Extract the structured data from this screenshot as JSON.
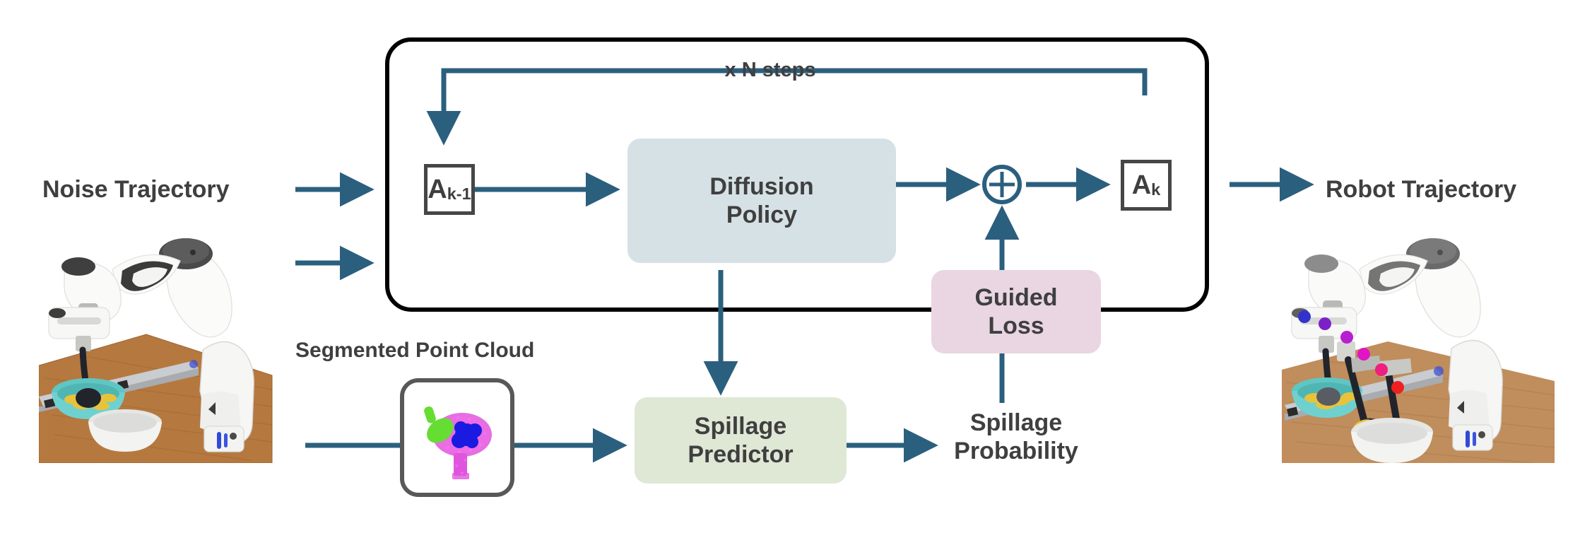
{
  "diagram": {
    "title": "Guided Diffusion Policy with Spillage Prediction",
    "accent_color": "#2b5f7e",
    "frame_color": "#000000",
    "text_color": "#3f3f3f",
    "background": "#ffffff"
  },
  "labels": {
    "noise_trajectory": "Noise Trajectory",
    "robot_trajectory": "Robot Trajectory",
    "segmented_point_cloud": "Segmented Point Cloud",
    "x_n_steps": "x N steps",
    "spillage_probability": "Spillage\nProbability"
  },
  "nodes": {
    "a_prev": {
      "base": "A",
      "sub": "k-1"
    },
    "a_next": {
      "base": "A",
      "sub": "k"
    },
    "diffusion_policy": {
      "label": "Diffusion\nPolicy",
      "color": "#d6e1e5"
    },
    "guided_loss": {
      "label": "Guided\nLoss",
      "color": "#e9d6e2"
    },
    "spillage_predictor": {
      "label": "Spillage\nPredictor",
      "color": "#dee8d5"
    },
    "sum_node": {
      "symbol": "+"
    }
  },
  "point_cloud": {
    "spoon_color": "#66dd33",
    "bowl_cloud_color": "#e055dd",
    "food_color": "#1a1ae0",
    "border_color": "#585858"
  },
  "photos": {
    "left": {
      "caption": "robot arm with teal bowl of pasta and empty white bowl on wooden table",
      "table_color": "#b5793f",
      "bowl_teal": "#6fd1cf",
      "food_color": "#e8c33a",
      "bowl_white": "#f0f0ee"
    },
    "right": {
      "caption": "robot arm scooping pasta into white bowl with predicted trajectory waypoints",
      "table_color": "#c08d5c",
      "bowl_teal": "#6fd1cf",
      "food_color": "#e8c33a",
      "bowl_white": "#f0f0ee",
      "trajectory_points": [
        {
          "color": "#3333cc"
        },
        {
          "color": "#7a22c8"
        },
        {
          "color": "#b81fd0"
        },
        {
          "color": "#e016c6"
        },
        {
          "color": "#ee1f7e"
        },
        {
          "color": "#f02020"
        }
      ]
    }
  }
}
